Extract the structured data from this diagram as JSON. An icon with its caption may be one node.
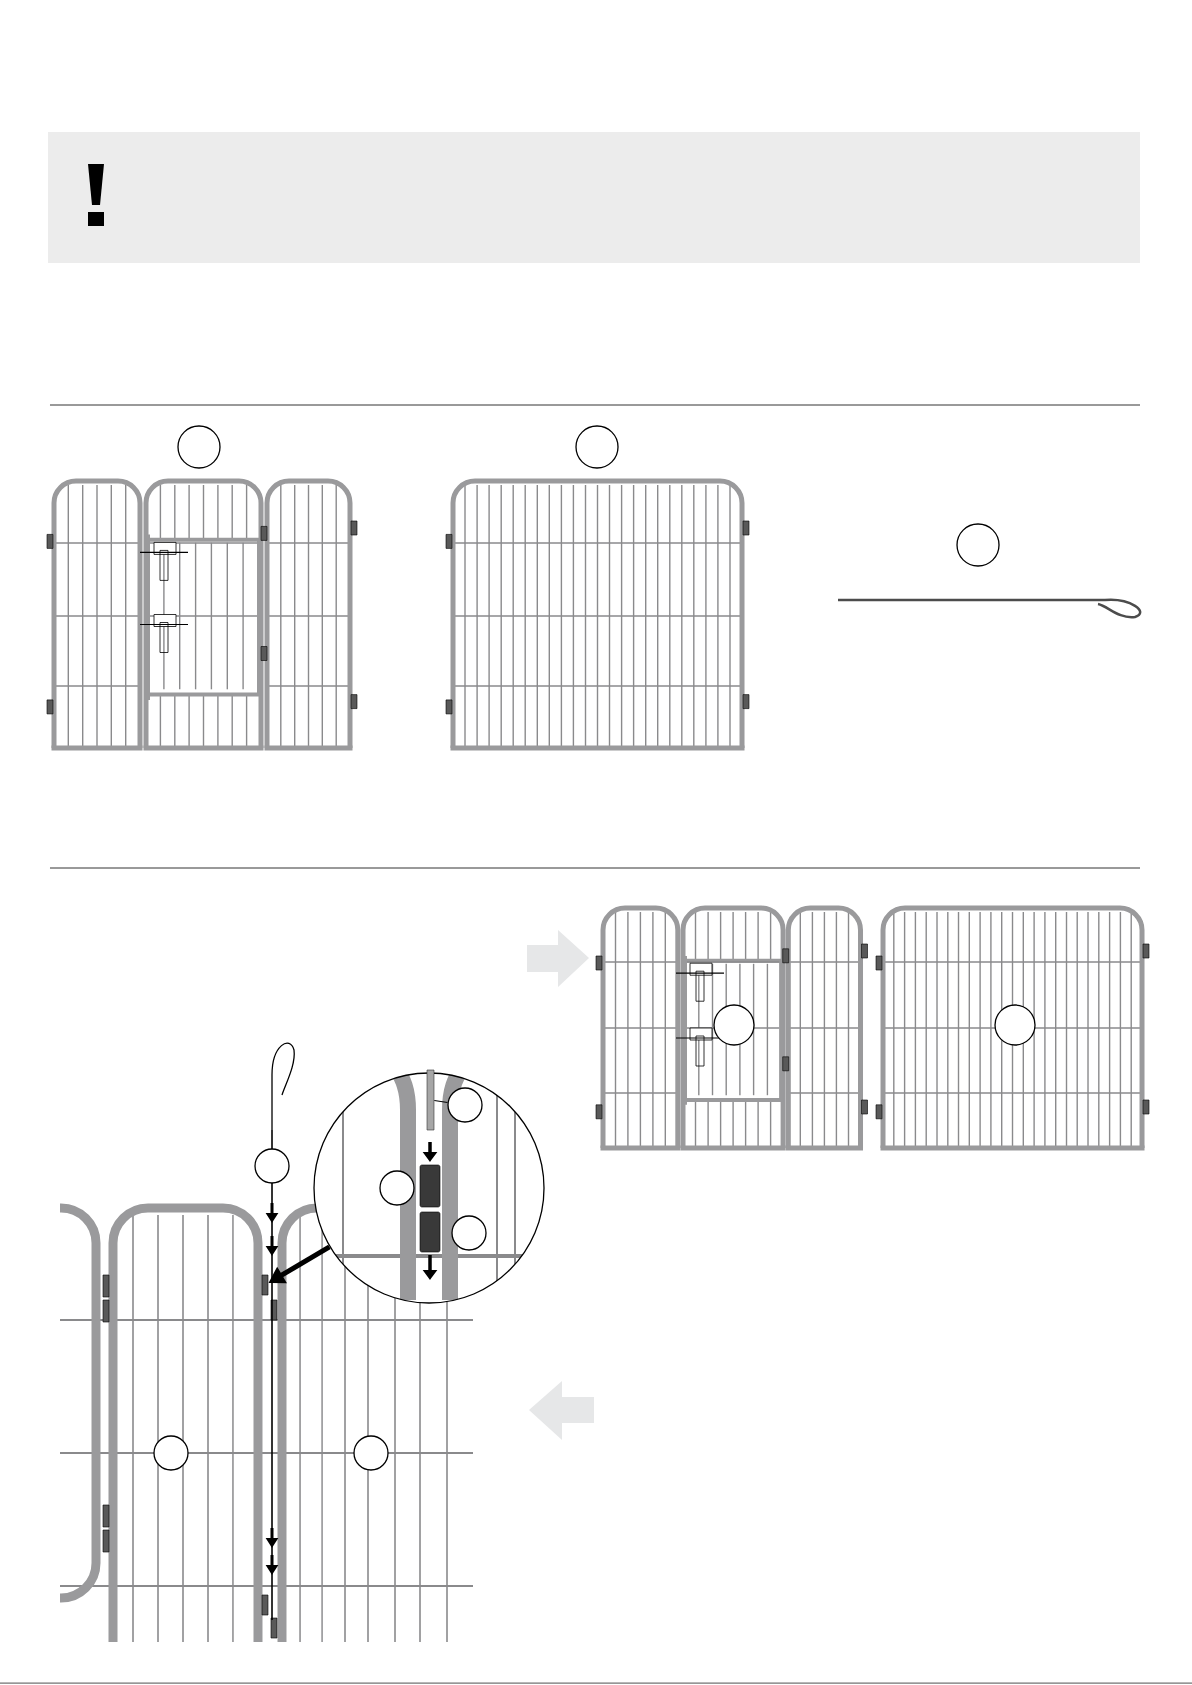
{
  "diagram": {
    "nodes": [
      {
        "text": [],
        "shape": "circle"
      },
      {
        "text": [],
        "shape": "circle"
      },
      {
        "text": [],
        "shape": "circle"
      },
      {
        "text": [],
        "shape": "circle"
      },
      {
        "text": [],
        "shape": "circle"
      },
      {
        "text": [],
        "shape": "circle"
      },
      {
        "text": [],
        "shape": "circle",
        "in": 5
      },
      {
        "text": [],
        "shape": "circle",
        "in": 5
      },
      {
        "text": [],
        "shape": "circle",
        "in": 5
      },
      {
        "text": [],
        "shape": "circle"
      },
      {
        "text": [],
        "shape": "circle"
      },
      {
        "text": [],
        "shape": "circle"
      },
      {
        "text": [],
        "shape": "bar",
        "in": 5
      },
      {
        "text": [],
        "shape": "bar"
      }
    ],
    "edges": [
      {
        "from": 6,
        "to": 12,
        "arrow": "none"
      },
      {
        "from": 5,
        "to": 13,
        "arrow": "to",
        "style": "thick"
      }
    ]
  }
}
